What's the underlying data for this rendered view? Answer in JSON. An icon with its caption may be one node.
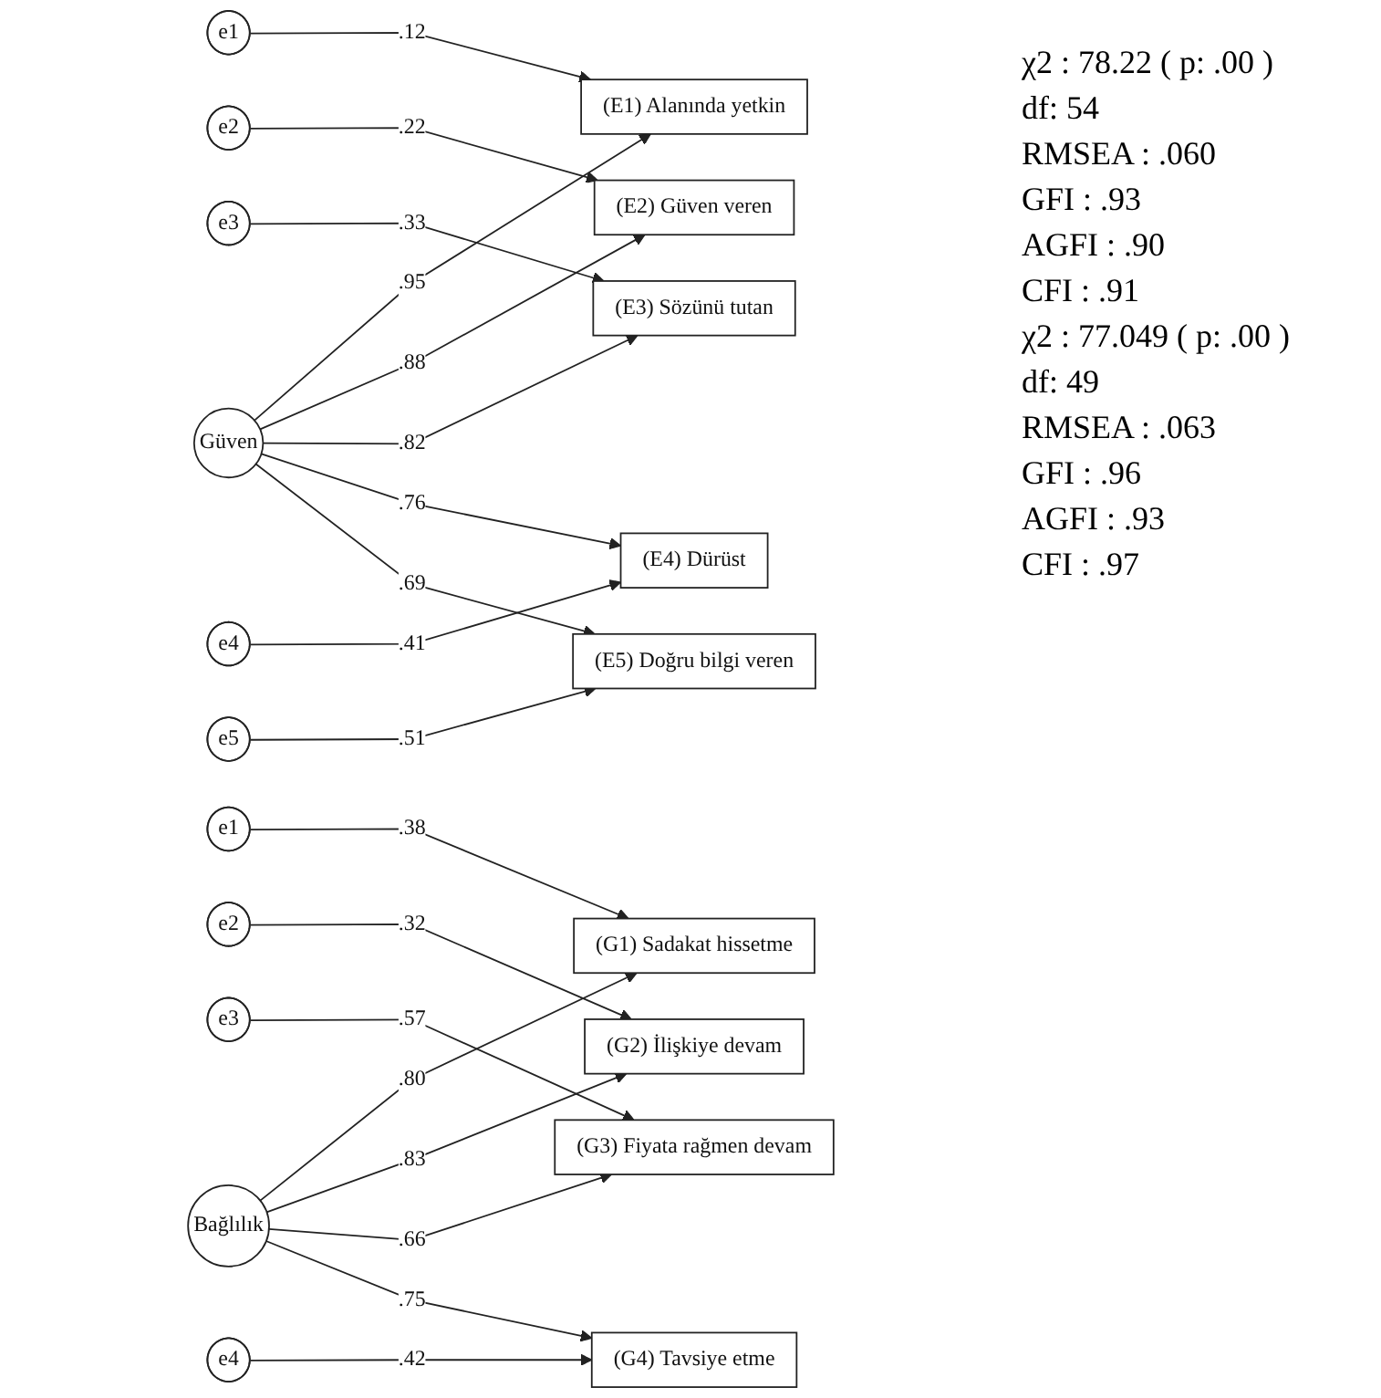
{
  "diagram": {
    "nodes": [
      {
        "text": [
          "e1"
        ]
      },
      {
        "text": [
          "(E1) Alanında yetkin"
        ]
      },
      {
        "text": [
          "e2"
        ]
      },
      {
        "text": [
          "(E2) Güven veren"
        ]
      },
      {
        "text": [
          "e3"
        ]
      },
      {
        "text": [
          "(E3) Sözünü tutan"
        ]
      },
      {
        "text": [
          "e4"
        ]
      },
      {
        "text": [
          "(E4) Dürüst"
        ]
      },
      {
        "text": [
          "e5"
        ]
      },
      {
        "text": [
          "(E5) Doğru bilgi veren"
        ]
      },
      {
        "text": [
          "Güven"
        ]
      },
      {
        "text": [
          "e1"
        ]
      },
      {
        "text": [
          "(G1) Sadakat hissetme"
        ]
      },
      {
        "text": [
          "e2"
        ]
      },
      {
        "text": [
          "(G2) İlişkiye devam"
        ]
      },
      {
        "text": [
          "e3"
        ]
      },
      {
        "text": [
          "(G3) Fiyata rağmen devam"
        ]
      },
      {
        "text": [
          "e4"
        ]
      },
      {
        "text": [
          "(G4) Tavsiye etme"
        ]
      },
      {
        "text": [
          "Bağlılık"
        ]
      }
    ],
    "edges": [
      {
        "from": 0,
        "to": 1,
        "arrow": "to",
        "label": ".12"
      },
      {
        "from": 2,
        "to": 3,
        "arrow": "to",
        "label": ".22"
      },
      {
        "from": 4,
        "to": 5,
        "arrow": "to",
        "label": ".33"
      },
      {
        "from": 6,
        "to": 7,
        "arrow": "to",
        "label": ".41"
      },
      {
        "from": 8,
        "to": 9,
        "arrow": "to",
        "label": ".51"
      },
      {
        "from": 10,
        "to": 1,
        "arrow": "to",
        "label": ".95"
      },
      {
        "from": 10,
        "to": 3,
        "arrow": "to",
        "label": ".88"
      },
      {
        "from": 10,
        "to": 5,
        "arrow": "to",
        "label": ".82"
      },
      {
        "from": 10,
        "to": 7,
        "arrow": "to",
        "label": ".76"
      },
      {
        "from": 10,
        "to": 9,
        "arrow": "to",
        "label": ".69"
      },
      {
        "from": 11,
        "to": 12,
        "arrow": "to",
        "label": ".38"
      },
      {
        "from": 13,
        "to": 14,
        "arrow": "to",
        "label": ".32"
      },
      {
        "from": 15,
        "to": 16,
        "arrow": "to",
        "label": ".57"
      },
      {
        "from": 17,
        "to": 18,
        "arrow": "to",
        "label": ".42"
      },
      {
        "from": 19,
        "to": 12,
        "arrow": "to",
        "label": ".80"
      },
      {
        "from": 19,
        "to": 14,
        "arrow": "to",
        "label": ".83"
      },
      {
        "from": 19,
        "to": 16,
        "arrow": "to",
        "label": ".66"
      },
      {
        "from": 19,
        "to": 18,
        "arrow": "to",
        "label": ".75"
      }
    ],
    "labels": [
      "χ2 : 78.22 ( p: .00 )",
      "df: 54",
      "RMSEA : .060",
      "GFI : .93",
      "AGFI : .90",
      "CFI : .91",
      "χ2 : 77.049 ( p: .00 )",
      "df: 49",
      "RMSEA : .063",
      "GFI : .96",
      "AGFI : .93",
      "CFI : .97"
    ]
  }
}
